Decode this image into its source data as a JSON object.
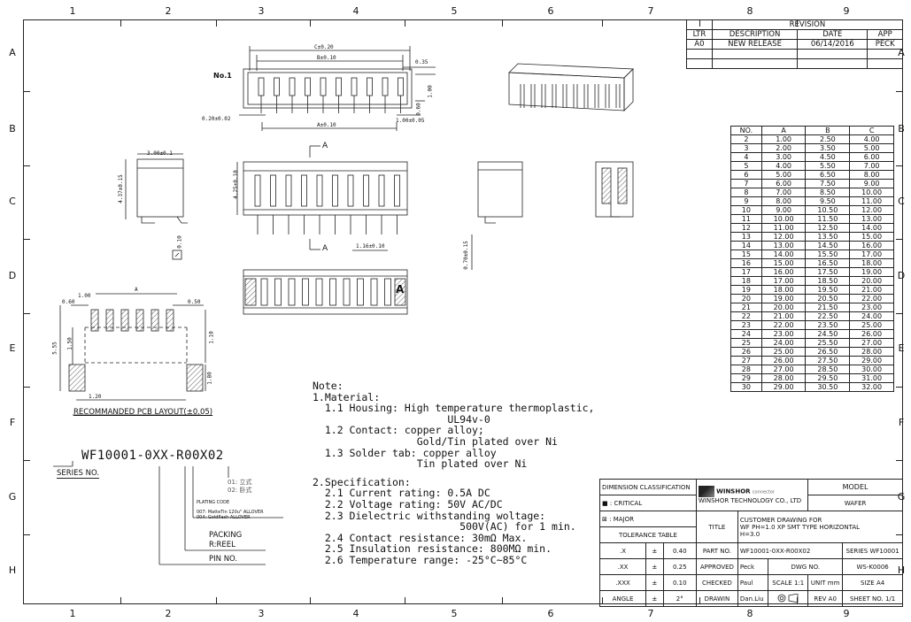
{
  "zones": {
    "columns": [
      "1",
      "2",
      "3",
      "4",
      "5",
      "6",
      "7",
      "8",
      "9"
    ],
    "rows": [
      "A",
      "B",
      "C",
      "D",
      "E",
      "F",
      "G",
      "H"
    ]
  },
  "revision": {
    "title": "REVISION",
    "headers": [
      "LTR",
      "DESCRIPTION",
      "DATE",
      "APP"
    ],
    "rows": [
      [
        "A0",
        "NEW RELEASE",
        "06/14/2016",
        "PECK"
      ]
    ]
  },
  "dim_table": {
    "headers": [
      "NO.",
      "A",
      "B",
      "C"
    ],
    "rows": [
      [
        "2",
        "1.00",
        "2.50",
        "4.00"
      ],
      [
        "3",
        "2.00",
        "3.50",
        "5.00"
      ],
      [
        "4",
        "3.00",
        "4.50",
        "6.00"
      ],
      [
        "5",
        "4.00",
        "5.50",
        "7.00"
      ],
      [
        "6",
        "5.00",
        "6.50",
        "8.00"
      ],
      [
        "7",
        "6.00",
        "7.50",
        "9.00"
      ],
      [
        "8",
        "7.00",
        "8.50",
        "10.00"
      ],
      [
        "9",
        "8.00",
        "9.50",
        "11.00"
      ],
      [
        "10",
        "9.00",
        "10.50",
        "12.00"
      ],
      [
        "11",
        "10.00",
        "11.50",
        "13.00"
      ],
      [
        "12",
        "11.00",
        "12.50",
        "14.00"
      ],
      [
        "13",
        "12.00",
        "13.50",
        "15.00"
      ],
      [
        "14",
        "13.00",
        "14.50",
        "16.00"
      ],
      [
        "15",
        "14.00",
        "15.50",
        "17.00"
      ],
      [
        "16",
        "15.00",
        "16.50",
        "18.00"
      ],
      [
        "17",
        "16.00",
        "17.50",
        "19.00"
      ],
      [
        "18",
        "17.00",
        "18.50",
        "20.00"
      ],
      [
        "19",
        "18.00",
        "19.50",
        "21.00"
      ],
      [
        "20",
        "19.00",
        "20.50",
        "22.00"
      ],
      [
        "21",
        "20.00",
        "21.50",
        "23.00"
      ],
      [
        "22",
        "21.00",
        "22.50",
        "24.00"
      ],
      [
        "23",
        "22.00",
        "23.50",
        "25.00"
      ],
      [
        "24",
        "23.00",
        "24.50",
        "26.00"
      ],
      [
        "25",
        "24.00",
        "25.50",
        "27.00"
      ],
      [
        "26",
        "25.00",
        "26.50",
        "28.00"
      ],
      [
        "27",
        "26.00",
        "27.50",
        "29.00"
      ],
      [
        "28",
        "27.00",
        "28.50",
        "30.00"
      ],
      [
        "29",
        "28.00",
        "29.50",
        "31.00"
      ],
      [
        "30",
        "29.00",
        "30.50",
        "32.00"
      ]
    ]
  },
  "dims": {
    "c": "C±0.20",
    "b": "B±0.10",
    "d035": "0.35",
    "d100": "1.00",
    "d060": "0.60",
    "d020": "0.20±0.02",
    "a": "A±0.10",
    "d100b": "1.00±0.05",
    "no1": "No.1",
    "s300": "3.00±0.1",
    "s437": "4.37±0.15",
    "s010": "0.10",
    "f425": "4.25±0.10",
    "f116": "1.16±0.10",
    "secA": "A",
    "d070": "0.70±0.15",
    "p060": "0.60",
    "p100": "1.00",
    "pA": "A",
    "p050": "0.50",
    "p555": "5.55",
    "p150": "1.50",
    "p110": "1.10",
    "p180": "1.80",
    "p120": "1.20"
  },
  "pcb_caption": "RECOMMANDED PCB LAYOUT(±0.05)",
  "part_code": {
    "code": "WF10001-0XX-R00X02",
    "series_label": "SERIES NO.",
    "opt1": "01: 立式",
    "opt2": "02: 卧式",
    "plating_title": "PLATING CODE",
    "plating1": "007: MatteTin 120u\" ALLOVER",
    "plating2": "004: Goldflash ALLOVER",
    "packing1": "PACKING",
    "packing2": "R:REEL",
    "pin_no": "PIN NO."
  },
  "notes": {
    "l1": "Note:",
    "l2": "1.Material:",
    "l3": "  1.1 Housing: High temperature thermoplastic,",
    "l4": "                      UL94v-0",
    "l5": "  1.2 Contact: copper alloy;",
    "l6": "                 Gold/Tin plated over Ni",
    "l7": "  1.3 Solder tab: copper alloy",
    "l8": "                 Tin plated over Ni",
    "l9": "2.Specification:",
    "l10": "  2.1 Current rating: 0.5A DC",
    "l11": "  2.2 Voltage rating: 50V AC/DC",
    "l12": "  2.3 Dielectric withstanding woltage:",
    "l13": "                        500V(AC) for 1 min.",
    "l14": "  2.4 Contact resistance: 30mΩ Max.",
    "l15": "  2.5 Insulation resistance: 800MΩ min.",
    "l16": "  2.6 Temperature range: -25°C~85°C"
  },
  "title_block": {
    "dim_class": "DIMENSION CLASSIFICATION",
    "critical": "CRITICAL",
    "major": "MAJOR",
    "critical_sym": "■ :",
    "major_sym": "⊠ :",
    "tol_table": "TOLERANCE TABLE",
    "tol": [
      [
        ".X",
        "±",
        "0.40"
      ],
      [
        ".XX",
        "±",
        "0.25"
      ],
      [
        ".XXX",
        "±",
        "0.10"
      ],
      [
        "ANGLE",
        "±",
        "2°"
      ]
    ],
    "company": "WINSHOR TECHNOLOGY CO., LTD",
    "logo": "WINSHOR",
    "logo_sub": "connector",
    "model_label": "MODEL",
    "model": "WAFER",
    "title_label": "TITLE",
    "title1": "CUSTOMER DRAWING FOR",
    "title2": "WF PH=1.0 XP SMT TYPE HORIZONTAL",
    "title3": "H=3.0",
    "part_label": "PART NO.",
    "part": "WF10001-0XX-R00X02",
    "series_label": "SERIES",
    "series": "WF10001",
    "approved": "APPROVED",
    "approved_by": "Peck",
    "dwg_label": "DWG NO.",
    "dwg": "WS-K0006",
    "checked": "CHECKED",
    "checked_by": "Paul",
    "scale_label": "SCALE",
    "scale": "1:1",
    "unit_label": "UNIT",
    "unit": "mm",
    "size_label": "SIZE",
    "size": "A4",
    "drawin": "DRAWIN",
    "drawn_by": "Dan.Liu",
    "rev_label": "REV",
    "rev": "A0",
    "sheet_label": "SHEET NO.",
    "sheet": "1/1"
  }
}
